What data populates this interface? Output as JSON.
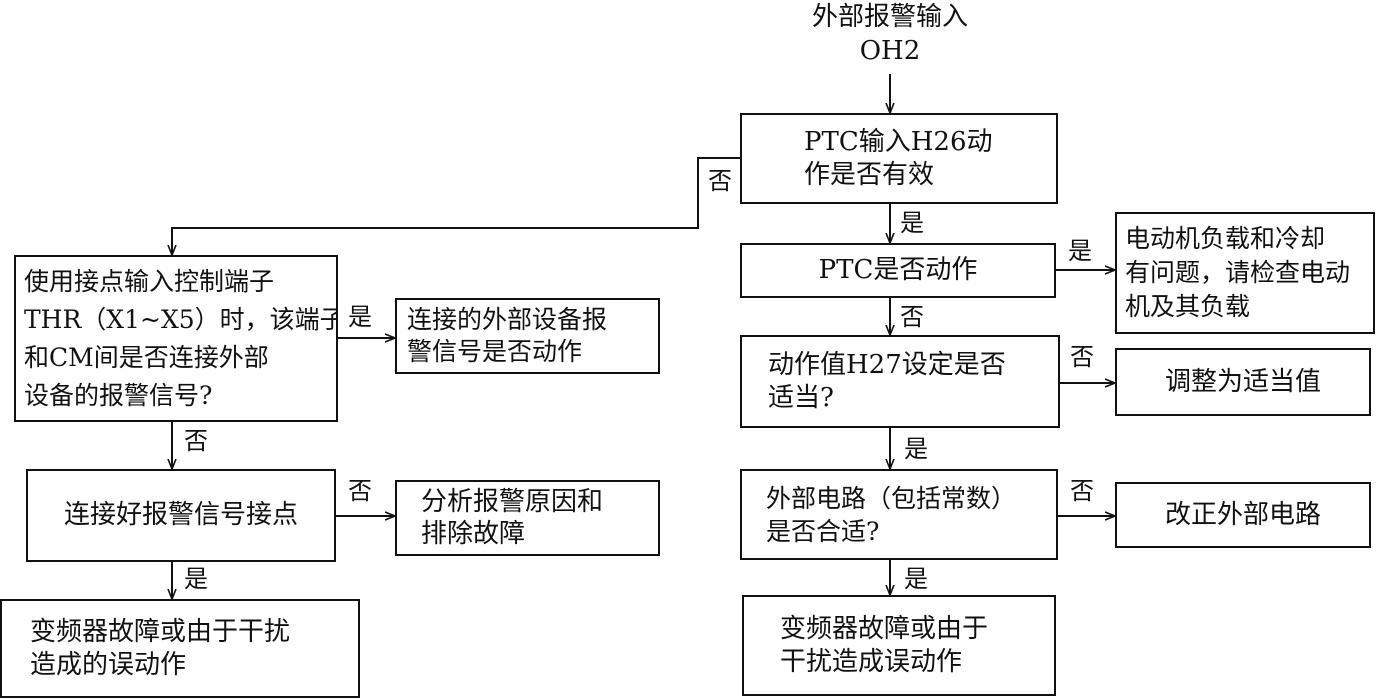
{
  "title": {
    "line1": "外部报警输入",
    "line2": "OH2"
  },
  "nodes": {
    "ptc_input": [
      "PTC输入H26动",
      "作是否有效"
    ],
    "ptc_action": [
      "PTC是否动作"
    ],
    "motor_problem": [
      "电动机负载和冷却",
      "有问题，请检查电动",
      "机及其负载"
    ],
    "h27_setting": [
      "动作值H27设定是否",
      "适当?"
    ],
    "adjust_value": [
      "调整为适当值"
    ],
    "external_circuit": [
      "外部电路（包括常数）",
      "是否合适?"
    ],
    "fix_circuit": [
      "改正外部电路"
    ],
    "inverter_fault_right": [
      "变频器故障或由于",
      "干扰造成误动作"
    ],
    "thr_terminal": [
      "使用接点输入控制端子",
      "THR（X1~X5）时，该端子",
      "和CM间是否连接外部",
      "设备的报警信号?"
    ],
    "external_device": [
      "连接的外部设备报",
      "警信号是否动作"
    ],
    "connect_contact": [
      "连接好报警信号接点"
    ],
    "analyze_cause": [
      "分析报警原因和",
      "排除故障"
    ],
    "inverter_fault_left": [
      "变频器故障或由于干扰",
      "造成的误动作"
    ]
  },
  "edge_labels": {
    "yes": "是",
    "no": "否"
  }
}
